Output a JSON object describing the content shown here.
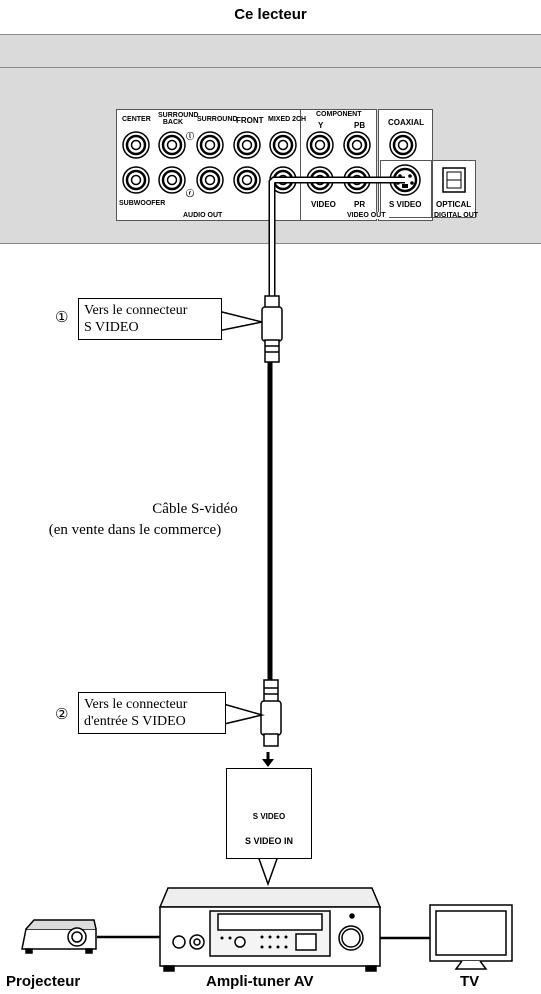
{
  "title": "Ce lecteur",
  "panel": {
    "audio_out": {
      "center": "CENTER",
      "surround_back": "SURROUND\nBACK",
      "surround": "SURROUND",
      "front": "FRONT",
      "mixed_2ch": "MIXED 2CH",
      "subwoofer": "SUBWOOFER",
      "group": "AUDIO OUT",
      "left_mark": "L",
      "right_mark": "R"
    },
    "video_out": {
      "component": "COMPONENT",
      "y": "Y",
      "pb": "PB",
      "pr": "PR",
      "video": "VIDEO",
      "s_video": "S VIDEO",
      "group": "VIDEO OUT"
    },
    "digital_out": {
      "coaxial": "COAXIAL",
      "optical": "OPTICAL",
      "group": "DIGITAL OUT"
    }
  },
  "callouts": [
    {
      "number": "①",
      "text_line1": "Vers le connecteur",
      "text_line2": "S VIDEO"
    },
    {
      "number": "②",
      "text_line1": "Vers le connecteur",
      "text_line2": "d'entrée S VIDEO"
    }
  ],
  "cable": {
    "line1": "Câble S-vidéo",
    "line2": "(en vente dans le commerce)"
  },
  "input": {
    "jack_label": "S VIDEO",
    "box_label": "S VIDEO IN"
  },
  "devices": {
    "projector": "Projecteur",
    "receiver": "Ampli-tuner AV",
    "tv": "TV"
  }
}
